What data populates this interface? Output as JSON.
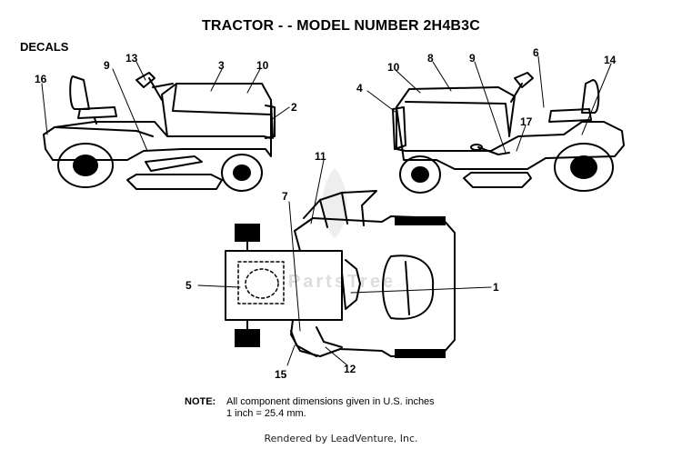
{
  "title": "TRACTOR - - MODEL NUMBER 2H4B3C",
  "section_label": "DECALS",
  "watermark": "PartsTree",
  "callouts": [
    "16",
    "9",
    "13",
    "3",
    "10",
    "2",
    "4",
    "10",
    "8",
    "9",
    "6",
    "14",
    "17",
    "11",
    "7",
    "5",
    "1",
    "15",
    "12"
  ],
  "note": {
    "label": "NOTE:",
    "line1": "All component dimensions given in U.S. inches",
    "line2": "1 inch = 25.4 mm."
  },
  "footer": "Rendered by LeadVenture, Inc."
}
